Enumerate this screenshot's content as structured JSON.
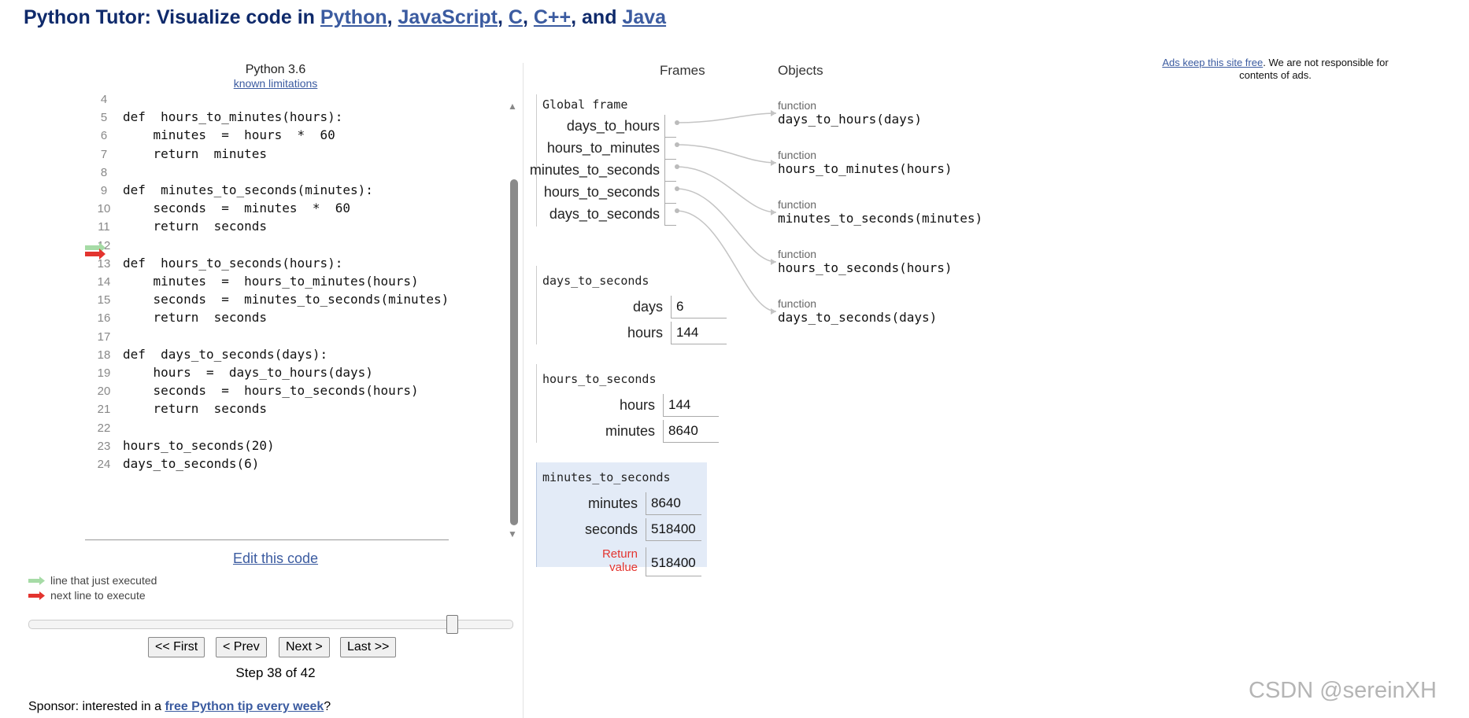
{
  "header": {
    "prefix": "Python Tutor: Visualize code in ",
    "langs": [
      "Python",
      "JavaScript",
      "C",
      "C++",
      "Java"
    ],
    "sep1": ", ",
    "sep2": ", ",
    "sep3": ", ",
    "sep4": ", and "
  },
  "editor": {
    "language": "Python 3.6",
    "limitations_link": "known limitations",
    "lines": [
      {
        "n": "4",
        "t": ""
      },
      {
        "n": "5",
        "t": "def  hours_to_minutes(hours):"
      },
      {
        "n": "6",
        "t": "    minutes  =  hours  *  60"
      },
      {
        "n": "7",
        "t": "    return  minutes"
      },
      {
        "n": "8",
        "t": ""
      },
      {
        "n": "9",
        "t": "def  minutes_to_seconds(minutes):"
      },
      {
        "n": "10",
        "t": "    seconds  =  minutes  *  60"
      },
      {
        "n": "11",
        "t": "    return  seconds"
      },
      {
        "n": "12",
        "t": ""
      },
      {
        "n": "13",
        "t": "def  hours_to_seconds(hours):"
      },
      {
        "n": "14",
        "t": "    minutes  =  hours_to_minutes(hours)"
      },
      {
        "n": "15",
        "t": "    seconds  =  minutes_to_seconds(minutes)"
      },
      {
        "n": "16",
        "t": "    return  seconds"
      },
      {
        "n": "17",
        "t": ""
      },
      {
        "n": "18",
        "t": "def  days_to_seconds(days):"
      },
      {
        "n": "19",
        "t": "    hours  =  days_to_hours(days)"
      },
      {
        "n": "20",
        "t": "    seconds  =  hours_to_seconds(hours)"
      },
      {
        "n": "21",
        "t": "    return  seconds"
      },
      {
        "n": "22",
        "t": ""
      },
      {
        "n": "23",
        "t": "hours_to_seconds(20)"
      },
      {
        "n": "24",
        "t": "days_to_seconds(6)"
      }
    ],
    "edit_link": "Edit this code",
    "legend_executed": "line that just executed",
    "legend_next": "next line to execute",
    "arrow_colors": {
      "executed": "#a6dba6",
      "next": "#e3342f"
    }
  },
  "navigation": {
    "first": "<< First",
    "prev": "< Prev",
    "next": "Next >",
    "last": "Last >>",
    "step_label": "Step 38 of 42",
    "step_current": 38,
    "step_total": 42
  },
  "sponsor": {
    "prefix": "Sponsor: interested in a ",
    "link": "free Python tip every week",
    "suffix": "?"
  },
  "viz": {
    "frames_label": "Frames",
    "objects_label": "Objects",
    "global_frame": {
      "title": "Global frame",
      "vars": [
        "days_to_hours",
        "hours_to_minutes",
        "minutes_to_seconds",
        "hours_to_seconds",
        "days_to_seconds"
      ]
    },
    "frames": [
      {
        "title": "days_to_seconds",
        "vars": [
          {
            "name": "days",
            "value": "6"
          },
          {
            "name": "hours",
            "value": "144"
          }
        ]
      },
      {
        "title": "hours_to_seconds",
        "vars": [
          {
            "name": "hours",
            "value": "144"
          },
          {
            "name": "minutes",
            "value": "8640"
          }
        ]
      },
      {
        "title": "minutes_to_seconds",
        "vars": [
          {
            "name": "minutes",
            "value": "8640"
          },
          {
            "name": "seconds",
            "value": "518400"
          }
        ],
        "return_label": "Return value",
        "return_value": "518400"
      }
    ],
    "objects": [
      {
        "tag": "function",
        "sig": "days_to_hours(days)"
      },
      {
        "tag": "function",
        "sig": "hours_to_minutes(hours)"
      },
      {
        "tag": "function",
        "sig": "minutes_to_seconds(minutes)"
      },
      {
        "tag": "function",
        "sig": "hours_to_seconds(hours)"
      },
      {
        "tag": "function",
        "sig": "days_to_seconds(days)"
      }
    ],
    "active_frame_color": "#e3ebf7"
  },
  "ads": {
    "link": "Ads keep this site free",
    "text": ". We are not responsible for contents of ads."
  },
  "watermark": "CSDN @sereinXH"
}
